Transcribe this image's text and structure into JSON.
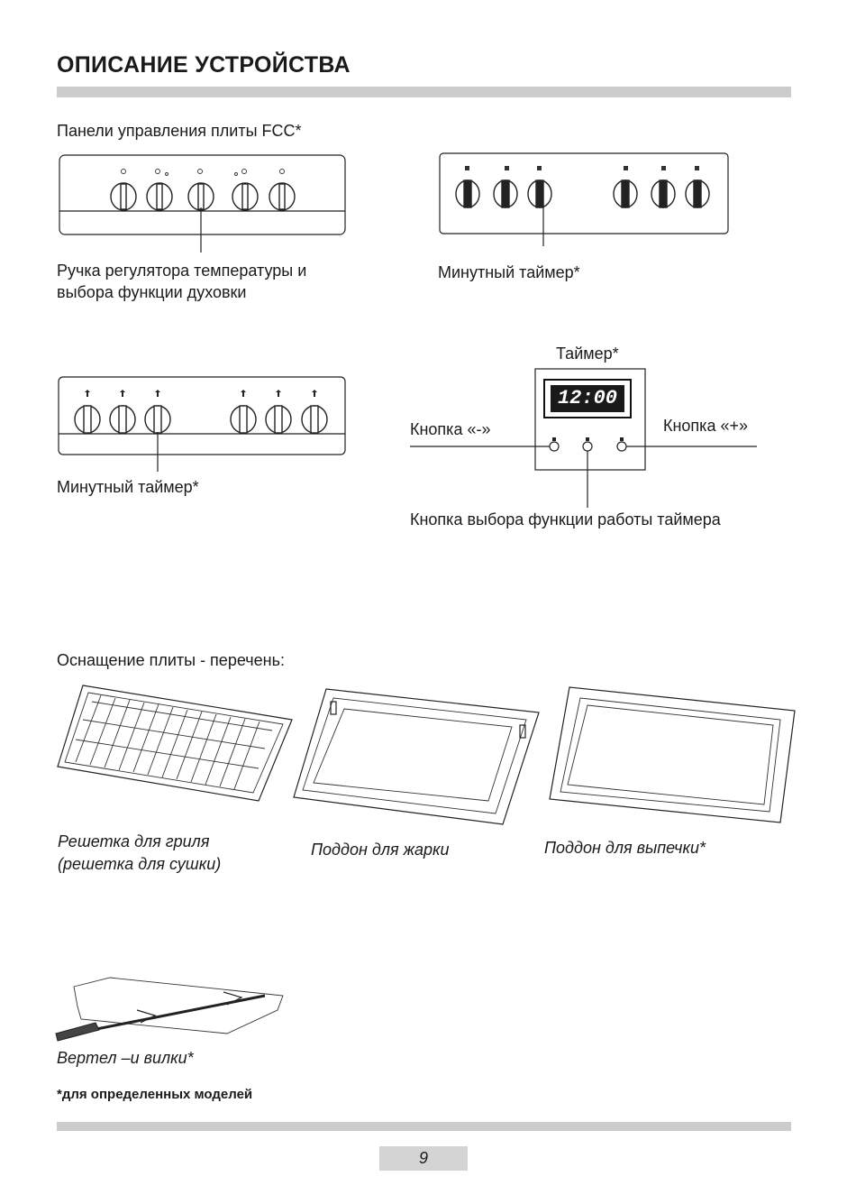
{
  "header": {
    "title": "ОПИСАНИЕ УСТРОЙСТВА"
  },
  "panels": {
    "intro": "Панели управления плиты FCC*",
    "panel1_caption_line1": "Ручка регулятора температуры и",
    "panel1_caption_line2": "выбора функции духовки",
    "panel2_caption": "Минутный таймер*",
    "panel3_caption": "Минутный таймер*"
  },
  "timer": {
    "title": "Таймер*",
    "display": "12:00",
    "minus_label": "Кнопка «-»",
    "plus_label": "Кнопка «+»",
    "mode_label": "Кнопка выбора функции работы таймера"
  },
  "equipment": {
    "heading": "Оснащение плиты - перечень:",
    "grill_rack_line1": "Решетка для гриля",
    "grill_rack_line2": "(решетка для сушки)",
    "roasting_tray": "Поддон для жарки",
    "baking_tray": "Поддон для выпечки*",
    "spit": "Вертел –и вилки*"
  },
  "footnote": "*для определенных моделей",
  "footer": {
    "page_number": "9"
  }
}
